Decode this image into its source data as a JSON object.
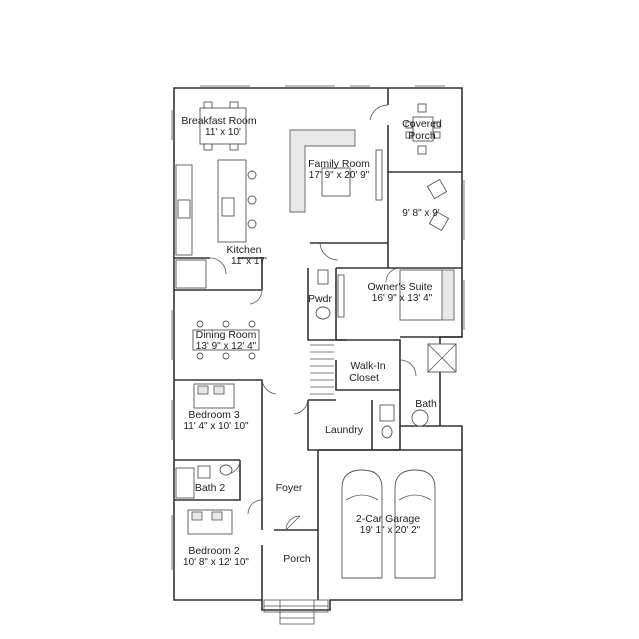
{
  "rooms": {
    "breakfast": {
      "name": "Breakfast Room",
      "size": "11' x 10'"
    },
    "covered_porch": {
      "name1": "Covered",
      "name2": "Porch"
    },
    "family": {
      "name": "Family Room",
      "size": "17' 9\" x 20' 9\""
    },
    "nook": {
      "size": "9' 8\" x 9'"
    },
    "kitchen": {
      "name": "Kitchen",
      "size": "11' x 17'"
    },
    "owners_suite": {
      "name": "Owner's Suite",
      "size": "16' 9\" x 13' 4\""
    },
    "powder": {
      "name": "Pwdr"
    },
    "dining": {
      "name": "Dining Room",
      "size": "13' 9\" x 12' 4\""
    },
    "walkin": {
      "name1": "Walk-In",
      "name2": "Closet"
    },
    "bedroom3": {
      "name": "Bedroom 3",
      "size": "11' 4\" x 10' 10\""
    },
    "bath": {
      "name": "Bath"
    },
    "laundry": {
      "name": "Laundry"
    },
    "bath2": {
      "name": "Bath 2"
    },
    "foyer": {
      "name": "Foyer"
    },
    "garage": {
      "name": "2-Car Garage",
      "size": "19' 1\" x 20' 2\""
    },
    "bedroom2": {
      "name": "Bedroom 2",
      "size": "10' 8\" x 12' 10\""
    },
    "porch": {
      "name": "Porch"
    }
  }
}
